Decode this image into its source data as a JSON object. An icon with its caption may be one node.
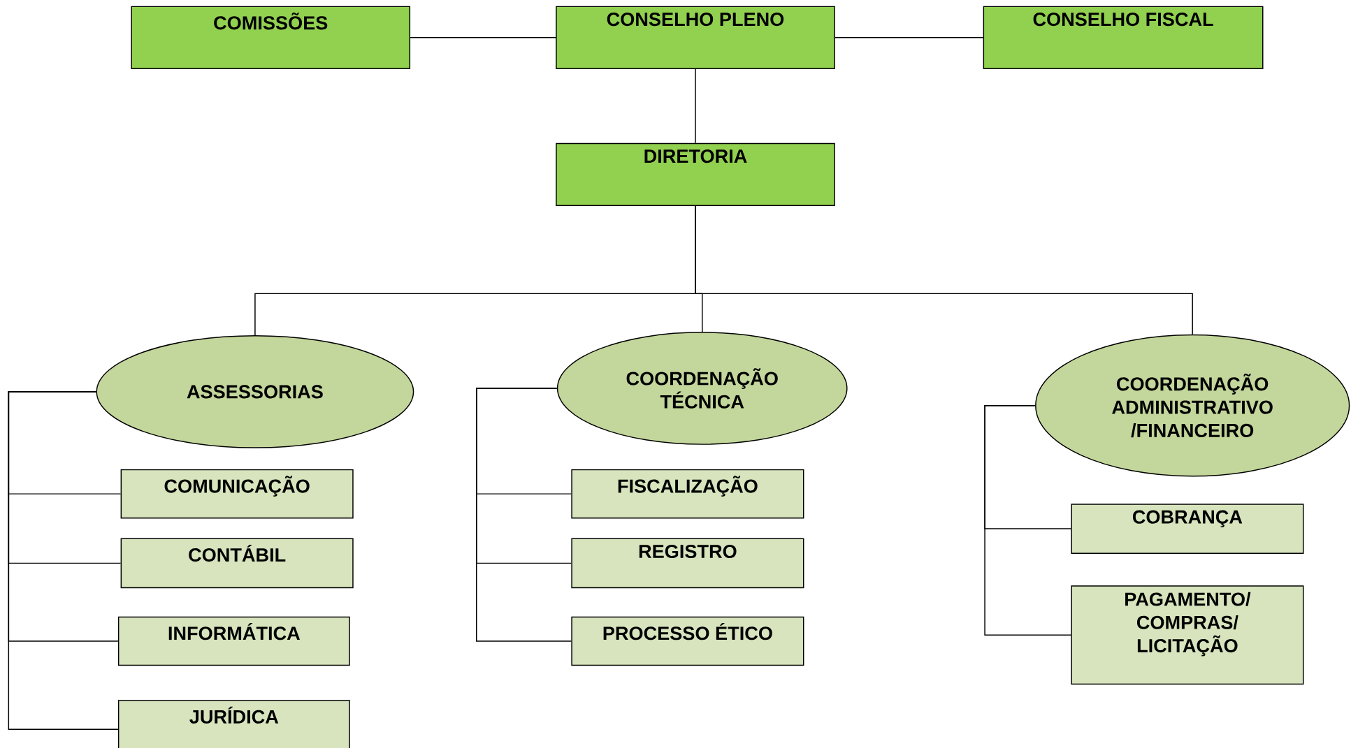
{
  "diagram": {
    "nodes": [
      {
        "text": [
          "COMISSÕES"
        ]
      },
      {
        "text": [
          "CONSELHO PLENO"
        ]
      },
      {
        "text": [
          "CONSELHO FISCAL"
        ]
      },
      {
        "text": [
          "DIRETORIA"
        ]
      },
      {
        "text": [
          "ASSESSORIAS"
        ]
      },
      {
        "text": [
          "COORDENAÇÃO TÉCNICA"
        ]
      },
      {
        "text": [
          "COORDENAÇÃO ADMINISTRATIVO /FINANCEIRO"
        ]
      },
      {
        "text": [
          "COMUNICAÇÃO"
        ]
      },
      {
        "text": [
          "CONTÁBIL"
        ]
      },
      {
        "text": [
          "INFORMÁTICA"
        ]
      },
      {
        "text": [
          "JURÍDICA"
        ]
      },
      {
        "text": [
          "FISCALIZAÇÃO"
        ]
      },
      {
        "text": [
          "REGISTRO"
        ]
      },
      {
        "text": [
          "PROCESSO ÉTICO"
        ]
      },
      {
        "text": [
          "COBRANÇA"
        ]
      },
      {
        "text": [
          "PAGAMENTO/ COMPRAS/ LICITAÇÃO"
        ]
      }
    ],
    "edges": [
      {
        "from": 1,
        "to": 0,
        "arrow": "none"
      },
      {
        "from": 1,
        "to": 2,
        "arrow": "none"
      },
      {
        "from": 1,
        "to": 3,
        "arrow": "none"
      },
      {
        "from": 3,
        "to": 4,
        "arrow": "none"
      },
      {
        "from": 3,
        "to": 5,
        "arrow": "none"
      },
      {
        "from": 3,
        "to": 6,
        "arrow": "none"
      },
      {
        "from": 4,
        "to": 7,
        "arrow": "none"
      },
      {
        "from": 4,
        "to": 8,
        "arrow": "none"
      },
      {
        "from": 4,
        "to": 9,
        "arrow": "none"
      },
      {
        "from": 4,
        "to": 10,
        "arrow": "none"
      },
      {
        "from": 5,
        "to": 11,
        "arrow": "none"
      },
      {
        "from": 5,
        "to": 12,
        "arrow": "none"
      },
      {
        "from": 5,
        "to": 13,
        "arrow": "none"
      },
      {
        "from": 6,
        "to": 14,
        "arrow": "none"
      },
      {
        "from": 6,
        "to": 15,
        "arrow": "none"
      }
    ]
  }
}
